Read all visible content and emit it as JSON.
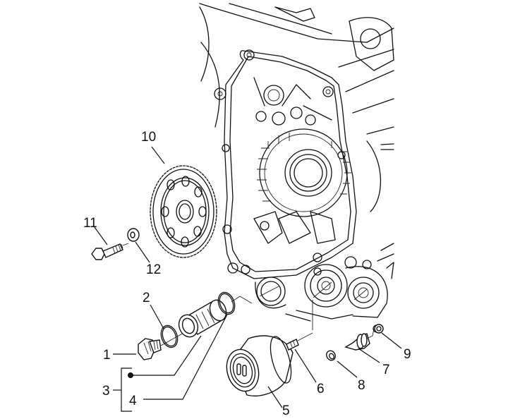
{
  "figure": {
    "type": "exploded-parts-diagram",
    "subject": "engine crankcase side cover with oil filter assembly",
    "background_color": "#ffffff",
    "line_color": "#111111"
  },
  "callouts": [
    {
      "number": "1",
      "part": "drain plug"
    },
    {
      "number": "2",
      "part": "o-ring (drain plug)"
    },
    {
      "number": "3",
      "part": "oil strainer kit (bracketed group)"
    },
    {
      "number": "4",
      "part": "o-ring (strainer)"
    },
    {
      "number": "5",
      "part": "oil filter cartridge"
    },
    {
      "number": "6",
      "part": "filter stud"
    },
    {
      "number": "7",
      "part": "oil pressure sensor"
    },
    {
      "number": "8",
      "part": "hose clamp"
    },
    {
      "number": "9",
      "part": "sealing washer"
    },
    {
      "number": "10",
      "part": "gear / sprocket"
    },
    {
      "number": "11",
      "part": "bolt"
    },
    {
      "number": "12",
      "part": "washer"
    }
  ],
  "group_bracket": {
    "label": "3",
    "members": [
      "strainer",
      "4"
    ]
  }
}
